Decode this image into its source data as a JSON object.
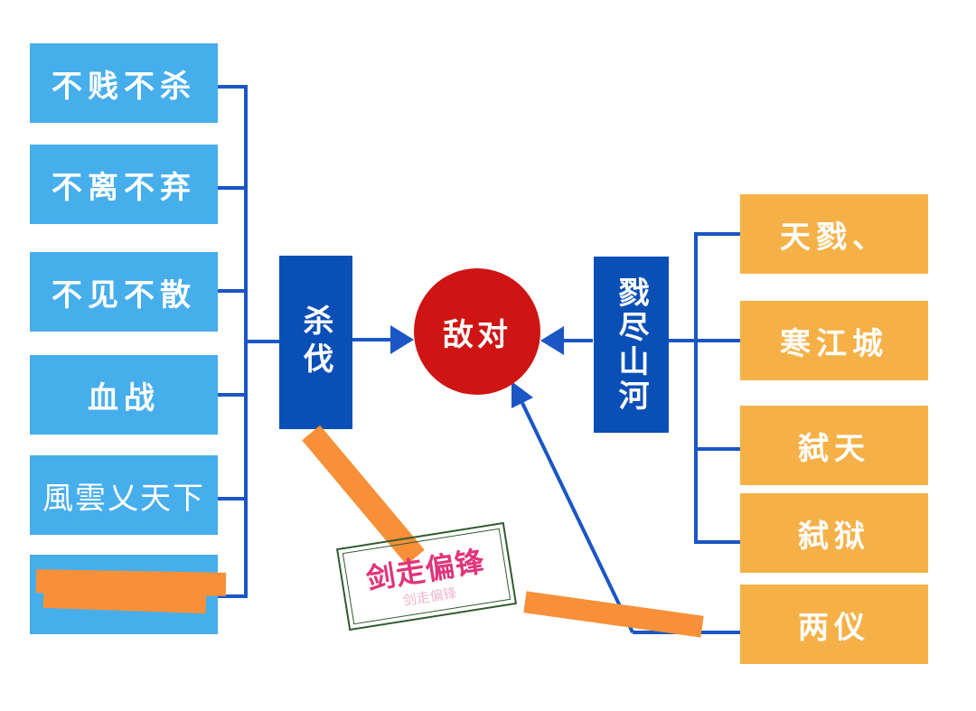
{
  "diagram": {
    "left_items": [
      "不贱不杀",
      "不离不弃",
      "不见不散",
      "血战",
      "風雲乂天下",
      ""
    ],
    "left_group_label": "杀伐",
    "center_label": "敌对",
    "right_group_label": "戮尽山河",
    "right_items": [
      "天戮、",
      "寒江城",
      "弑天",
      "弑狱",
      "两仪"
    ],
    "stamp_text": "剑走偏锋",
    "colors": {
      "left_box": "#47aeec",
      "right_box": "#f5b147",
      "group_box": "#0a4fb5",
      "center": "#cf1414",
      "connector": "#1a56c4",
      "redaction": "#f79039",
      "stamp_text": "#e0347a"
    }
  }
}
